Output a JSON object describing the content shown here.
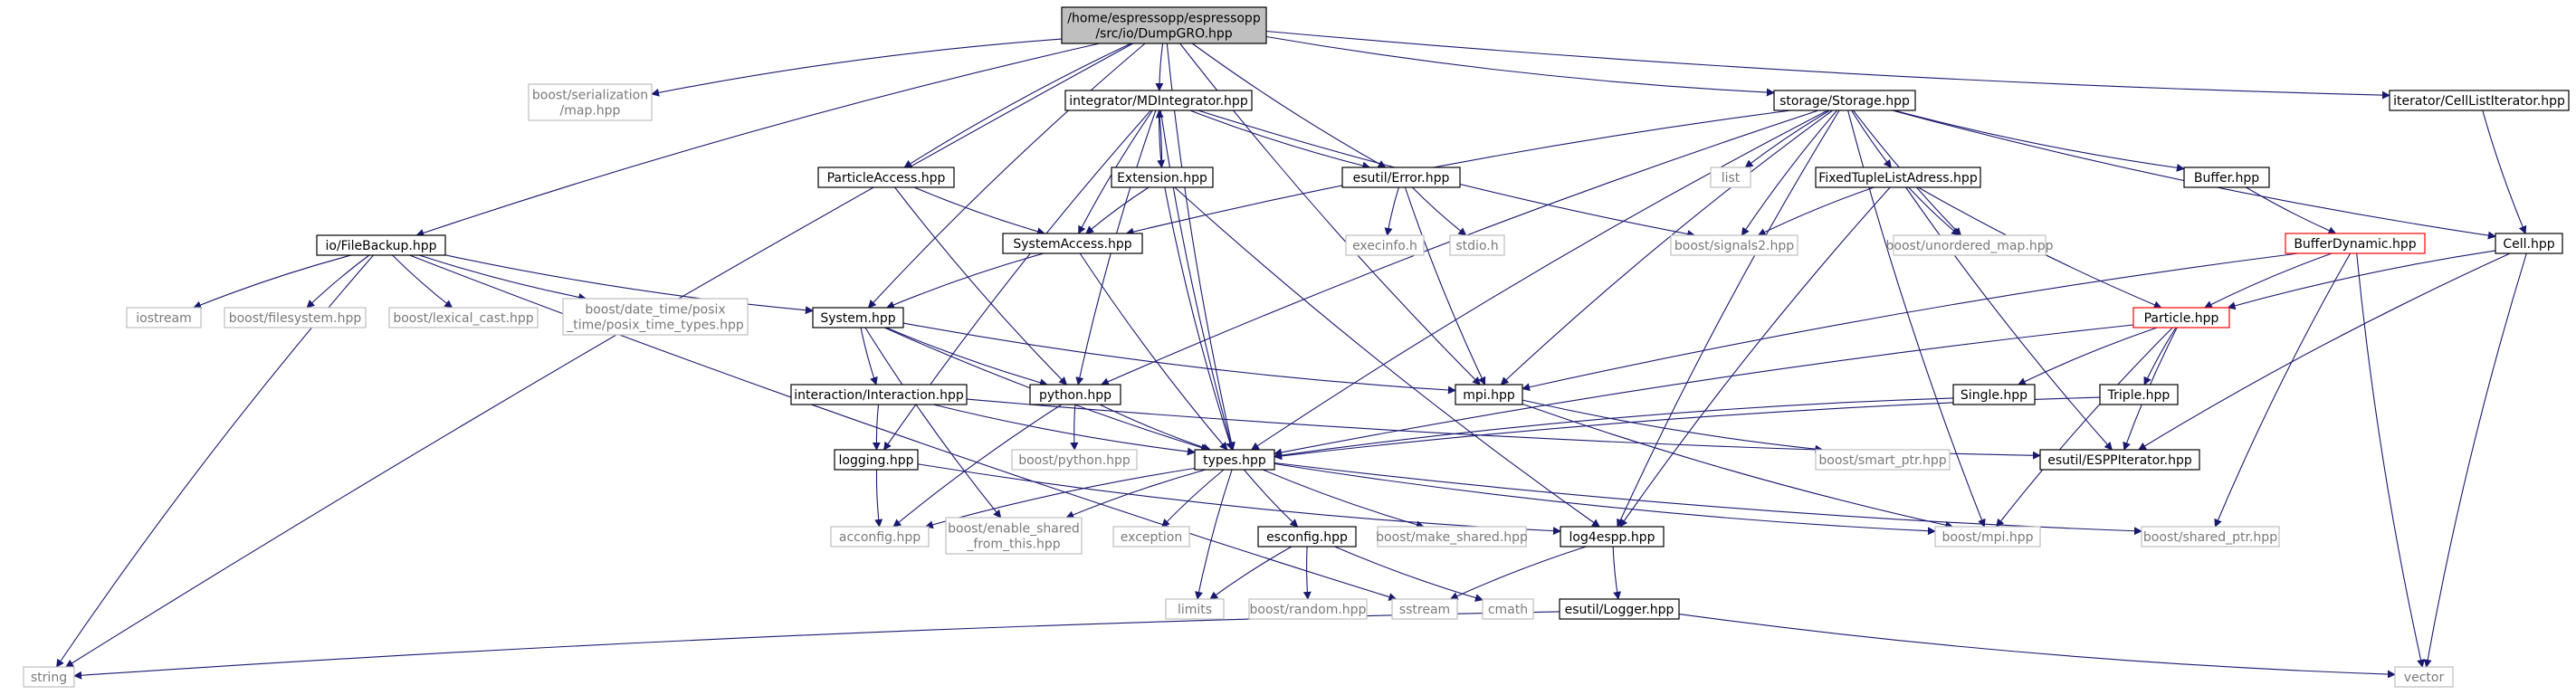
{
  "colors": {
    "edge": "#191970",
    "border_doc": "#000000",
    "border_external": "#bfbfbf",
    "border_no_doc": "#ff0000",
    "root_fill": "#bfbfbf",
    "fill": "#ffffff",
    "text": "#000000",
    "text_external": "#7a7a7a"
  },
  "nodes": [
    {
      "id": "root",
      "lines": [
        "/home/espressopp/espressopp",
        "/src/io/DumpGRO.hpp"
      ],
      "kind": "root"
    },
    {
      "id": "serialization",
      "lines": [
        "boost/serialization",
        "/map.hpp"
      ],
      "kind": "external"
    },
    {
      "id": "mdintegrator",
      "lines": [
        "integrator/MDIntegrator.hpp"
      ],
      "kind": "doc"
    },
    {
      "id": "storage",
      "lines": [
        "storage/Storage.hpp"
      ],
      "kind": "doc"
    },
    {
      "id": "celllistiter",
      "lines": [
        "iterator/CellListIterator.hpp"
      ],
      "kind": "doc"
    },
    {
      "id": "particleaccess",
      "lines": [
        "ParticleAccess.hpp"
      ],
      "kind": "doc"
    },
    {
      "id": "extension",
      "lines": [
        "Extension.hpp"
      ],
      "kind": "doc"
    },
    {
      "id": "error",
      "lines": [
        "esutil/Error.hpp"
      ],
      "kind": "doc"
    },
    {
      "id": "list",
      "lines": [
        "list"
      ],
      "kind": "external"
    },
    {
      "id": "fixedtuple",
      "lines": [
        "FixedTupleListAdress.hpp"
      ],
      "kind": "doc"
    },
    {
      "id": "buffer",
      "lines": [
        "Buffer.hpp"
      ],
      "kind": "doc"
    },
    {
      "id": "filebackup",
      "lines": [
        "io/FileBackup.hpp"
      ],
      "kind": "doc"
    },
    {
      "id": "systemaccess",
      "lines": [
        "SystemAccess.hpp"
      ],
      "kind": "doc"
    },
    {
      "id": "execinfo",
      "lines": [
        "execinfo.h"
      ],
      "kind": "external"
    },
    {
      "id": "stdio",
      "lines": [
        "stdio.h"
      ],
      "kind": "external"
    },
    {
      "id": "signals2",
      "lines": [
        "boost/signals2.hpp"
      ],
      "kind": "external"
    },
    {
      "id": "unordered",
      "lines": [
        "boost/unordered_map.hpp"
      ],
      "kind": "external"
    },
    {
      "id": "bufferdyn",
      "lines": [
        "BufferDynamic.hpp"
      ],
      "kind": "nodoc"
    },
    {
      "id": "cell",
      "lines": [
        "Cell.hpp"
      ],
      "kind": "doc"
    },
    {
      "id": "iostream",
      "lines": [
        "iostream"
      ],
      "kind": "external"
    },
    {
      "id": "filesystem",
      "lines": [
        "boost/filesystem.hpp"
      ],
      "kind": "external"
    },
    {
      "id": "lexicalcast",
      "lines": [
        "boost/lexical_cast.hpp"
      ],
      "kind": "external"
    },
    {
      "id": "posixtime",
      "lines": [
        "boost/date_time/posix",
        "_time/posix_time_types.hpp"
      ],
      "kind": "external"
    },
    {
      "id": "system",
      "lines": [
        "System.hpp"
      ],
      "kind": "doc"
    },
    {
      "id": "particle",
      "lines": [
        "Particle.hpp"
      ],
      "kind": "nodoc"
    },
    {
      "id": "interaction",
      "lines": [
        "interaction/Interaction.hpp"
      ],
      "kind": "doc"
    },
    {
      "id": "python",
      "lines": [
        "python.hpp"
      ],
      "kind": "doc"
    },
    {
      "id": "mpi",
      "lines": [
        "mpi.hpp"
      ],
      "kind": "doc"
    },
    {
      "id": "single",
      "lines": [
        "Single.hpp"
      ],
      "kind": "doc"
    },
    {
      "id": "triple",
      "lines": [
        "Triple.hpp"
      ],
      "kind": "doc"
    },
    {
      "id": "logging",
      "lines": [
        "logging.hpp"
      ],
      "kind": "doc"
    },
    {
      "id": "boostpython",
      "lines": [
        "boost/python.hpp"
      ],
      "kind": "external"
    },
    {
      "id": "types",
      "lines": [
        "types.hpp"
      ],
      "kind": "doc"
    },
    {
      "id": "smartptr",
      "lines": [
        "boost/smart_ptr.hpp"
      ],
      "kind": "external"
    },
    {
      "id": "esppiter",
      "lines": [
        "esutil/ESPPIterator.hpp"
      ],
      "kind": "doc"
    },
    {
      "id": "acconfig",
      "lines": [
        "acconfig.hpp"
      ],
      "kind": "external"
    },
    {
      "id": "enableshared",
      "lines": [
        "boost/enable_shared",
        "_from_this.hpp"
      ],
      "kind": "external"
    },
    {
      "id": "exception",
      "lines": [
        "exception"
      ],
      "kind": "external"
    },
    {
      "id": "esconfig",
      "lines": [
        "esconfig.hpp"
      ],
      "kind": "doc"
    },
    {
      "id": "makeshared",
      "lines": [
        "boost/make_shared.hpp"
      ],
      "kind": "external"
    },
    {
      "id": "log4espp",
      "lines": [
        "log4espp.hpp"
      ],
      "kind": "doc"
    },
    {
      "id": "boostmpi",
      "lines": [
        "boost/mpi.hpp"
      ],
      "kind": "external"
    },
    {
      "id": "sharedptr",
      "lines": [
        "boost/shared_ptr.hpp"
      ],
      "kind": "external"
    },
    {
      "id": "limits",
      "lines": [
        "limits"
      ],
      "kind": "external"
    },
    {
      "id": "random",
      "lines": [
        "boost/random.hpp"
      ],
      "kind": "external"
    },
    {
      "id": "sstream",
      "lines": [
        "sstream"
      ],
      "kind": "external"
    },
    {
      "id": "cmath",
      "lines": [
        "cmath"
      ],
      "kind": "external"
    },
    {
      "id": "logger",
      "lines": [
        "esutil/Logger.hpp"
      ],
      "kind": "doc"
    },
    {
      "id": "string",
      "lines": [
        "string"
      ],
      "kind": "external"
    },
    {
      "id": "vector",
      "lines": [
        "vector"
      ],
      "kind": "external"
    }
  ],
  "edges": [
    [
      "root",
      "serialization"
    ],
    [
      "root",
      "string"
    ],
    [
      "root",
      "filebackup"
    ],
    [
      "root",
      "particleaccess"
    ],
    [
      "root",
      "mdintegrator"
    ],
    [
      "root",
      "system"
    ],
    [
      "root",
      "error"
    ],
    [
      "root",
      "storage"
    ],
    [
      "root",
      "mpi"
    ],
    [
      "root",
      "types"
    ],
    [
      "root",
      "celllistiter"
    ],
    [
      "mdintegrator",
      "python"
    ],
    [
      "mdintegrator",
      "types"
    ],
    [
      "mdintegrator",
      "logging"
    ],
    [
      "mdintegrator",
      "systemaccess"
    ],
    [
      "mdintegrator",
      "extension"
    ],
    [
      "mdintegrator",
      "error"
    ],
    [
      "mdintegrator",
      "signals2"
    ],
    [
      "extension",
      "mdintegrator"
    ],
    [
      "extension",
      "systemaccess"
    ],
    [
      "extension",
      "types"
    ],
    [
      "extension",
      "log4espp"
    ],
    [
      "particleaccess",
      "systemaccess"
    ],
    [
      "particleaccess",
      "python"
    ],
    [
      "systemaccess",
      "system"
    ],
    [
      "systemaccess",
      "types"
    ],
    [
      "error",
      "execinfo"
    ],
    [
      "error",
      "stdio"
    ],
    [
      "error",
      "mpi"
    ],
    [
      "storage",
      "systemaccess"
    ],
    [
      "storage",
      "python"
    ],
    [
      "storage",
      "types"
    ],
    [
      "storage",
      "list"
    ],
    [
      "storage",
      "signals2"
    ],
    [
      "storage",
      "fixedtuple"
    ],
    [
      "storage",
      "unordered"
    ],
    [
      "storage",
      "mpi"
    ],
    [
      "storage",
      "log4espp"
    ],
    [
      "storage",
      "buffer"
    ],
    [
      "storage",
      "cell"
    ],
    [
      "storage",
      "boostmpi"
    ],
    [
      "fixedtuple",
      "signals2"
    ],
    [
      "fixedtuple",
      "unordered"
    ],
    [
      "fixedtuple",
      "particle"
    ],
    [
      "fixedtuple",
      "esppiter"
    ],
    [
      "fixedtuple",
      "log4espp"
    ],
    [
      "buffer",
      "bufferdyn"
    ],
    [
      "bufferdyn",
      "mpi"
    ],
    [
      "bufferdyn",
      "particle"
    ],
    [
      "bufferdyn",
      "vector"
    ],
    [
      "bufferdyn",
      "sharedptr"
    ],
    [
      "celllistiter",
      "cell"
    ],
    [
      "cell",
      "particle"
    ],
    [
      "cell",
      "esppiter"
    ],
    [
      "cell",
      "vector"
    ],
    [
      "filebackup",
      "iostream"
    ],
    [
      "filebackup",
      "filesystem"
    ],
    [
      "filebackup",
      "lexicalcast"
    ],
    [
      "filebackup",
      "posixtime"
    ],
    [
      "filebackup",
      "system"
    ],
    [
      "filebackup",
      "string"
    ],
    [
      "filebackup",
      "sstream"
    ],
    [
      "system",
      "interaction"
    ],
    [
      "system",
      "python"
    ],
    [
      "system",
      "types"
    ],
    [
      "system",
      "mpi"
    ],
    [
      "system",
      "enableshared"
    ],
    [
      "interaction",
      "logging"
    ],
    [
      "interaction",
      "types"
    ],
    [
      "interaction",
      "esppiter"
    ],
    [
      "python",
      "boostpython"
    ],
    [
      "python",
      "types"
    ],
    [
      "python",
      "acconfig"
    ],
    [
      "logging",
      "acconfig"
    ],
    [
      "logging",
      "log4espp"
    ],
    [
      "mpi",
      "smartptr"
    ],
    [
      "mpi",
      "boostmpi"
    ],
    [
      "particle",
      "types"
    ],
    [
      "particle",
      "single"
    ],
    [
      "particle",
      "triple"
    ],
    [
      "particle",
      "esppiter"
    ],
    [
      "particle",
      "boostmpi"
    ],
    [
      "single",
      "types"
    ],
    [
      "triple",
      "types"
    ],
    [
      "types",
      "acconfig"
    ],
    [
      "types",
      "enableshared"
    ],
    [
      "types",
      "exception"
    ],
    [
      "types",
      "esconfig"
    ],
    [
      "types",
      "makeshared"
    ],
    [
      "types",
      "boostmpi"
    ],
    [
      "types",
      "sharedptr"
    ],
    [
      "types",
      "limits"
    ],
    [
      "esconfig",
      "limits"
    ],
    [
      "esconfig",
      "random"
    ],
    [
      "esconfig",
      "cmath"
    ],
    [
      "log4espp",
      "sstream"
    ],
    [
      "log4espp",
      "logger"
    ],
    [
      "logger",
      "string"
    ],
    [
      "logger",
      "vector"
    ]
  ]
}
